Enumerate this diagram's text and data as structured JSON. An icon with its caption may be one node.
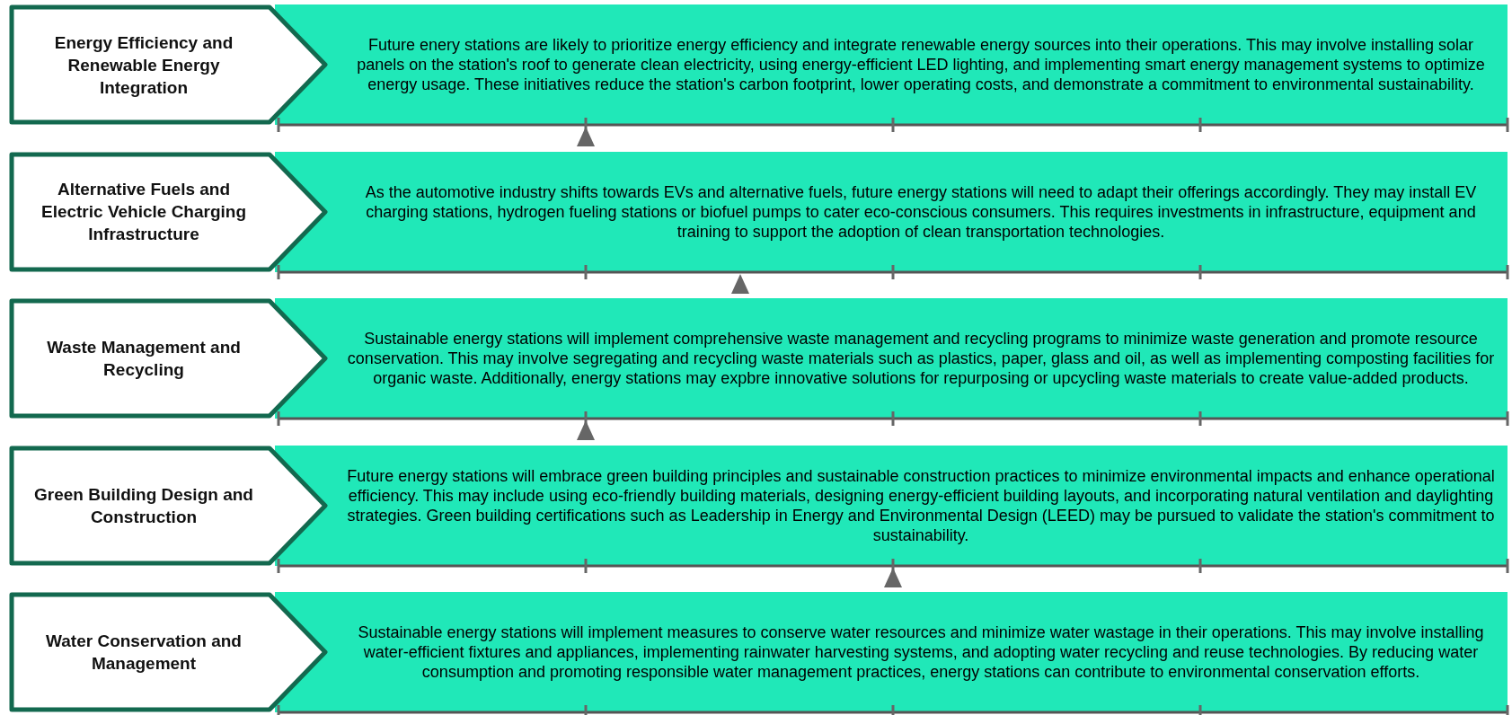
{
  "diagram": {
    "nodes": [
      {
        "text": [
          "Energy Efficiency and Renewable Energy Integration"
        ]
      },
      {
        "text": [
          "Future enery stations are likely to prioritize energy efficiency and integrate renewable energy sources into their operations. This may involve installing solar panels on the station's roof to generate clean electricity, using energy-efficient LED lighting, and implementing smart energy management systems to optimize energy usage. These initiatives reduce the station's carbon footprint, lower operating costs, and demonstrate a commitment to environmental sustainability."
        ]
      },
      {
        "text": [
          "Alternative Fuels and Electric Vehicle Charging Infrastructure"
        ]
      },
      {
        "text": [
          "As the automotive industry shifts towards EVs and alternative fuels, future energy stations will need to adapt their offerings accordingly. They may install EV charging stations, hydrogen fueling stations or biofuel pumps to cater eco-conscious consumers. This requires investments in infrastructure, equipment and training to support the adoption of clean transportation technologies."
        ]
      },
      {
        "text": [
          "Waste Management and Recycling"
        ]
      },
      {
        "text": [
          "Sustainable energy stations will implement comprehensive waste management and recycling programs to minimize waste generation and promote resource conservation. This may involve segregating and recycling waste materials such as plastics, paper, glass and oil, as well as implementing composting facilities for organic waste. Additionally, energy stations may expbre innovative solutions for repurposing or upcycling waste materials to create value-added products."
        ]
      },
      {
        "text": [
          "Green Building Design and Construction"
        ]
      },
      {
        "text": [
          "Future energy stations will embrace green building principles and sustainable construction practices to minimize environmental impacts and enhance operational efficiency. This may include using eco-friendly building materials, designing energy-efficient building layouts, and incorporating natural ventilation and daylighting strategies. Green building certifications such as Leadership in Energy and Environmental Design (LEED) may be pursued to validate the station's commitment to sustainability."
        ]
      },
      {
        "text": [
          "Water Conservation and Management"
        ]
      },
      {
        "text": [
          "Sustainable energy stations will implement measures to conserve water resources and minimize water wastage in their operations. This may involve installing water-efficient fixtures and appliances, implementing rainwater harvesting systems, and adopting water recycling and reuse technologies. By reducing water consumption and promoting responsible water management practices, energy stations can contribute to environmental conservation efforts."
        ]
      }
    ],
    "edges": []
  }
}
